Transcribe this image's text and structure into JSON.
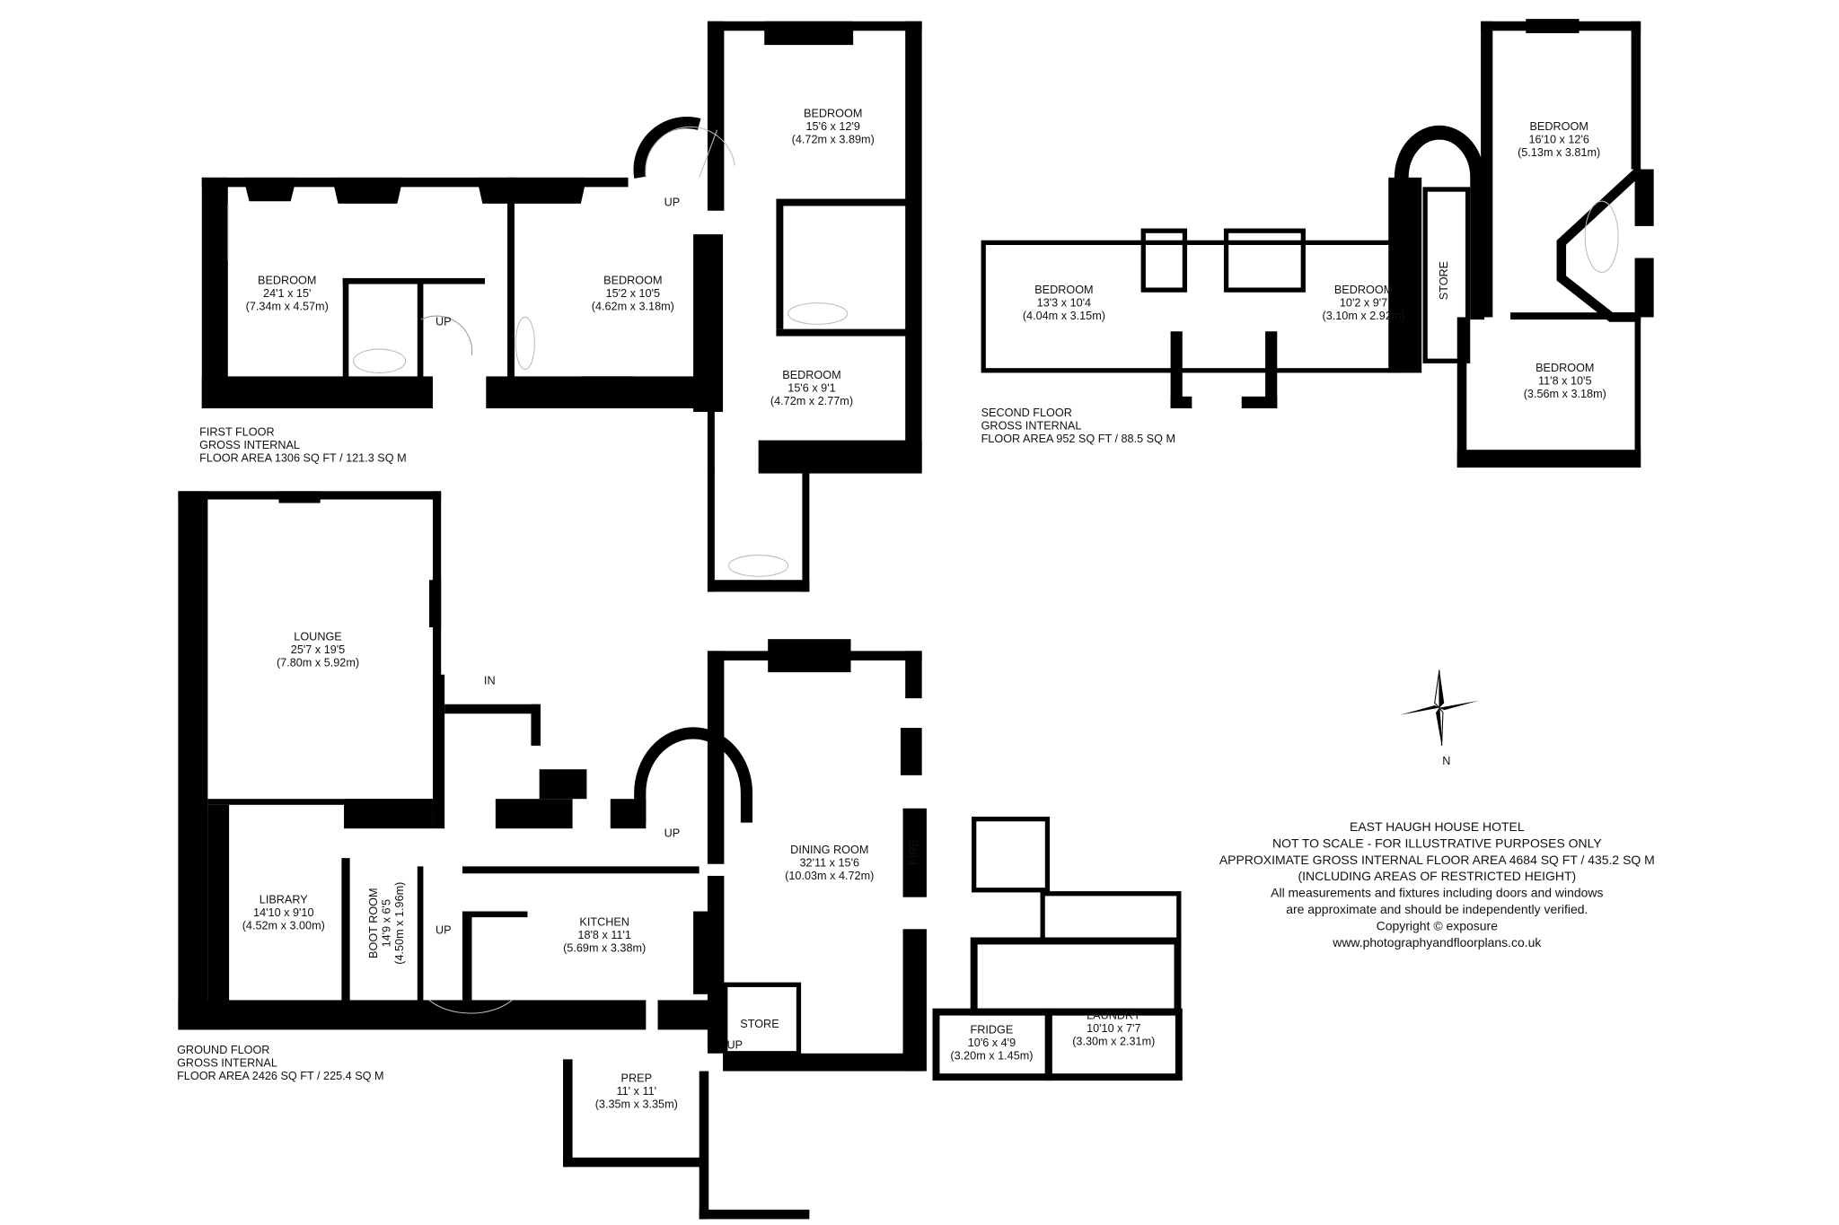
{
  "title": "EAST HAUGH HOUSE HOTEL",
  "notes": [
    "EAST HAUGH HOUSE HOTEL",
    "NOT TO SCALE - FOR ILLUSTRATIVE PURPOSES ONLY",
    "APPROXIMATE GROSS INTERNAL FLOOR AREA 4684 SQ FT / 435.2 SQ M",
    "(INCLUDING AREAS OF RESTRICTED HEIGHT)",
    "All measurements and fixtures including doors and windows",
    "are approximate and should be independently verified.",
    "Copyright © exposure",
    "www.photographyandfloorplans.co.uk"
  ],
  "compass": {
    "label": "N",
    "icon": "compass-rose-icon"
  },
  "first_floor": {
    "caption": [
      "FIRST FLOOR",
      "GROSS INTERNAL",
      "FLOOR AREA 1306 SQ FT / 121.3 SQ M"
    ],
    "rooms": [
      {
        "name": "BEDROOM",
        "imperial": "24'1 x 15'",
        "metric": "(7.34m x 4.57m)"
      },
      {
        "name": "BEDROOM",
        "imperial": "15'2 x 10'5",
        "metric": "(4.62m x 3.18m)"
      },
      {
        "name": "BEDROOM",
        "imperial": "15'6 x 12'9",
        "metric": "(4.72m x 3.89m)"
      },
      {
        "name": "BEDROOM",
        "imperial": "15'6 x 9'1",
        "metric": "(4.72m x 2.77m)"
      }
    ],
    "up_labels": [
      "UP",
      "UP"
    ]
  },
  "second_floor": {
    "caption": [
      "SECOND FLOOR",
      "GROSS INTERNAL",
      "FLOOR AREA 952 SQ FT / 88.5 SQ M"
    ],
    "rooms": [
      {
        "name": "BEDROOM",
        "imperial": "13'3 x 10'4",
        "metric": "(4.04m x 3.15m)"
      },
      {
        "name": "BEDROOM",
        "imperial": "10'2 x 9'7",
        "metric": "(3.10m x 2.92m)"
      },
      {
        "name": "BEDROOM",
        "imperial": "16'10 x 12'6",
        "metric": "(5.13m x 3.81m)"
      },
      {
        "name": "BEDROOM",
        "imperial": "11'8 x 10'5",
        "metric": "(3.56m x 3.18m)"
      }
    ],
    "store_label": "STORE"
  },
  "ground_floor": {
    "caption": [
      "GROUND FLOOR",
      "GROSS INTERNAL",
      "FLOOR AREA 2426 SQ FT / 225.4 SQ M"
    ],
    "rooms": [
      {
        "name": "LOUNGE",
        "imperial": "25'7 x 19'5",
        "metric": "(7.80m x 5.92m)"
      },
      {
        "name": "LIBRARY",
        "imperial": "14'10 x 9'10",
        "metric": "(4.52m x 3.00m)"
      },
      {
        "name": "BOOT ROOM",
        "imperial": "14'9 x 6'5",
        "metric": "(4.50m x 1.96m)"
      },
      {
        "name": "KITCHEN",
        "imperial": "18'8 x 11'1",
        "metric": "(5.69m x 3.38m)"
      },
      {
        "name": "DINING ROOM",
        "imperial": "32'11 x 15'6",
        "metric": "(10.03m x 4.72m)"
      },
      {
        "name": "PREP",
        "imperial": "11' x 11'",
        "metric": "(3.35m x 3.35m)"
      },
      {
        "name": "FRIDGE",
        "imperial": "10'6 x 4'9",
        "metric": "(3.20m x 1.45m)"
      },
      {
        "name": "LAUNDRY",
        "imperial": "10'10 x 7'7",
        "metric": "(3.30m x 2.31m)"
      }
    ],
    "store_label": "STORE",
    "in_label": "IN",
    "fire_label": "FIRE",
    "up_labels": [
      "UP",
      "UP",
      "UP"
    ]
  }
}
